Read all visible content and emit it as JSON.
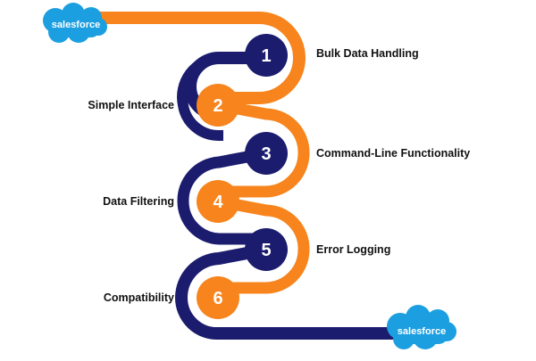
{
  "brand": {
    "logo_text": "salesforce",
    "cloud_color": "#1c9fe0"
  },
  "colors": {
    "orange": "#f7841c",
    "navy": "#1b1c6e"
  },
  "steps": [
    {
      "number": "1",
      "label": "Bulk Data Handling"
    },
    {
      "number": "2",
      "label": "Simple Interface"
    },
    {
      "number": "3",
      "label": "Command-Line Functionality"
    },
    {
      "number": "4",
      "label": "Data Filtering"
    },
    {
      "number": "5",
      "label": "Error Logging"
    },
    {
      "number": "6",
      "label": "Compatibility"
    }
  ]
}
